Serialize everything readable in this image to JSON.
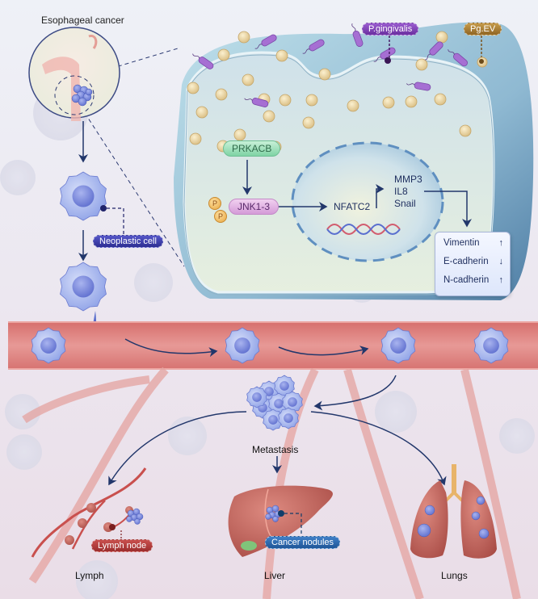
{
  "figure": {
    "title": "Esophageal cancer",
    "colors": {
      "background": "#eae4ee",
      "cell_outer": "#5e8fb4",
      "cytoplasm": "#c8dde6",
      "nucleus": "#d9e8ec",
      "vessel": "#d77a78",
      "tumor_cell": "#8d9fe6",
      "arrow": "#22376b"
    }
  },
  "labels": {
    "pathogen": "P.gingivalis",
    "vesicle": "Pg.EV",
    "neoplastic_cell": "Neoplastic cell",
    "lymph_node": "Lymph node",
    "cancer_nodules": "Cancer nodules"
  },
  "pathway": {
    "upstream": "PRKACB",
    "kinase": "JNK1-3",
    "phospho_a": "P",
    "phospho_b": "P",
    "transcription_factor": "NFATC2",
    "targets": [
      "MMP3",
      "IL8",
      "Snail"
    ]
  },
  "emt_markers": [
    {
      "name": "Vimentin",
      "direction": "up",
      "glyph": "↑"
    },
    {
      "name": "E-cadherin",
      "direction": "down",
      "glyph": "↓"
    },
    {
      "name": "N-cadherin",
      "direction": "up",
      "glyph": "↑"
    }
  ],
  "metastasis": {
    "label": "Metastasis",
    "sites": [
      "Lymph",
      "Liver",
      "Lungs"
    ]
  }
}
